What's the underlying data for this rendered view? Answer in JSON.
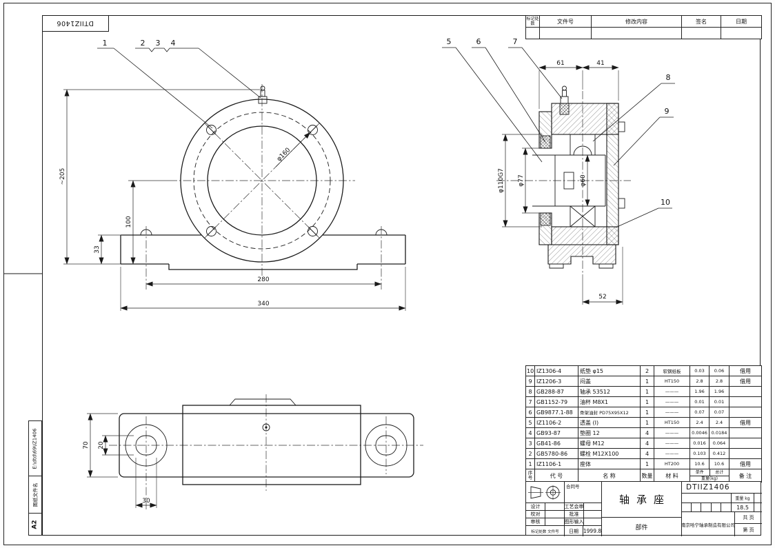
{
  "frame": {
    "corner_drawing_no": "DTIIZ1406",
    "sheet_size": "A2",
    "file_name_label": "图纸文件名",
    "file_path": "E:\\dtd\\69\\IZ1406"
  },
  "revision_table": {
    "col_mark": "标记处数",
    "col_doc": "文件号",
    "col_content": "修改内容",
    "col_sign": "签名",
    "col_date": "日期"
  },
  "front_view": {
    "callouts": [
      "1",
      "2",
      "3",
      "4"
    ],
    "dim_total_height": "~205",
    "dim_center_height": "100",
    "dim_base_height": "33",
    "dim_slot_span": "280",
    "dim_total_width": "340",
    "dim_bolt_circle": "φ160"
  },
  "section_view": {
    "callouts": [
      "5",
      "6",
      "7",
      "8",
      "9",
      "10"
    ],
    "dim_left_width": "61",
    "dim_right_width": "41",
    "dim_bore": "φ110G7",
    "dim_seal_bore": "φ77",
    "dim_shaft": "φ60",
    "dim_base_offset": "52"
  },
  "bottom_view": {
    "dim_base_depth": "70",
    "dim_slot_width": "20",
    "dim_slot_length": "30"
  },
  "bom": {
    "header": {
      "seq": "序号",
      "code": "代 号",
      "name": "名 称",
      "qty": "数量",
      "material": "材 料",
      "unit_weight": "单件",
      "total_weight": "总计",
      "weight_unit": "重量(kg)",
      "remark": "备 注"
    },
    "rows": [
      {
        "seq": "10",
        "code": "IZ1306-4",
        "name": "纸垫 φ15",
        "qty": "2",
        "material": "软钢纸板",
        "unit": "0.03",
        "total": "0.06",
        "remark": "借用"
      },
      {
        "seq": "9",
        "code": "IZ1206-3",
        "name": "闷盖",
        "qty": "1",
        "material": "HT150",
        "unit": "2.8",
        "total": "2.8",
        "remark": "借用"
      },
      {
        "seq": "8",
        "code": "GB288-87",
        "name": "轴承 53512",
        "qty": "1",
        "material": "———",
        "unit": "1.96",
        "total": "1.96",
        "remark": ""
      },
      {
        "seq": "7",
        "code": "GB1152-79",
        "name": "油杯 M8X1",
        "qty": "1",
        "material": "———",
        "unit": "0.01",
        "total": "0.01",
        "remark": ""
      },
      {
        "seq": "6",
        "code": "GB9877.1-88",
        "name": "骨架油封 PD75X95X12",
        "qty": "1",
        "material": "———",
        "unit": "0.07",
        "total": "0.07",
        "remark": ""
      },
      {
        "seq": "5",
        "code": "IZ1106-2",
        "name": "透盖 (I)",
        "qty": "1",
        "material": "HT150",
        "unit": "2.4",
        "total": "2.4",
        "remark": "借用"
      },
      {
        "seq": "4",
        "code": "GB93-87",
        "name": "垫圈 12",
        "qty": "4",
        "material": "———",
        "unit": "0.0046",
        "total": "0.0184",
        "remark": ""
      },
      {
        "seq": "3",
        "code": "GB41-86",
        "name": "螺母 M12",
        "qty": "4",
        "material": "———",
        "unit": "0.016",
        "total": "0.064",
        "remark": ""
      },
      {
        "seq": "2",
        "code": "GB5780-86",
        "name": "螺栓 M12X100",
        "qty": "4",
        "material": "———",
        "unit": "0.103",
        "total": "0.412",
        "remark": ""
      },
      {
        "seq": "1",
        "code": "IZ1106-1",
        "name": "座体",
        "qty": "1",
        "material": "HT200",
        "unit": "10.6",
        "total": "10.6",
        "remark": "借用"
      }
    ]
  },
  "title_block": {
    "contract_label": "合同号",
    "row_design": "设计",
    "row_check": "校对",
    "row_audit": "审核",
    "row_process": "工艺会审",
    "row_approve": "批准",
    "row_input": "图形输入",
    "row_date_label": "日期",
    "date_value": "1999.8",
    "mark_row": "标记处数 文件号",
    "part_title": "轴承座",
    "part_kind": "部件",
    "drawing_no": "DTIIZ1406",
    "weight_label": "重量 kg",
    "weight_value": "18.5",
    "company": "南京哈宁轴承制造有限公司",
    "pages_total": "共    页",
    "page_no": "第    页"
  }
}
